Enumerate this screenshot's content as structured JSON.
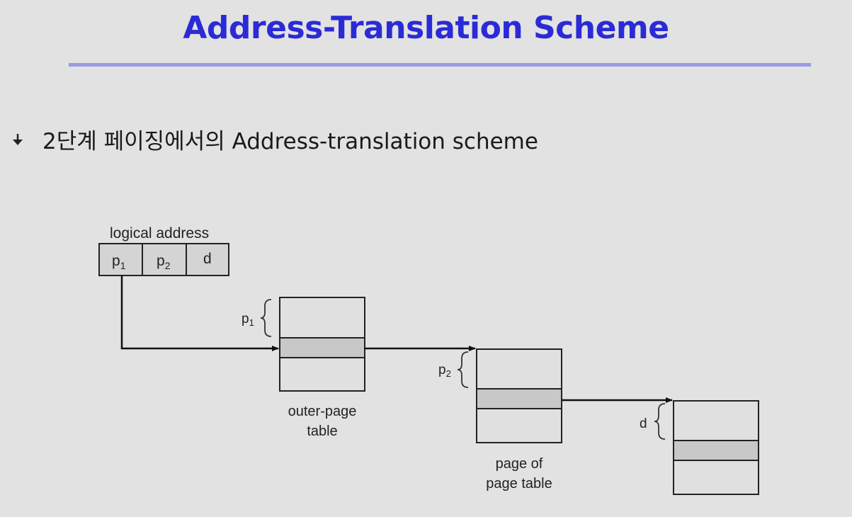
{
  "title": "Address-Translation Scheme",
  "bullet": {
    "icon": "arrow-bullet-icon",
    "text": "2단계 페이징에서의 Address-translation scheme"
  },
  "diagram": {
    "logical_address_label": "logical address",
    "fields": [
      {
        "base": "p",
        "sub": "1"
      },
      {
        "base": "p",
        "sub": "2"
      },
      {
        "base": "d",
        "sub": ""
      }
    ],
    "brace_labels": [
      {
        "base": "p",
        "sub": "1"
      },
      {
        "base": "p",
        "sub": "2"
      },
      {
        "base": "d",
        "sub": ""
      }
    ],
    "tables": [
      {
        "line1": "outer-page",
        "line2": "table"
      },
      {
        "line1": "page of",
        "line2": "page table"
      },
      {
        "line1": "",
        "line2": ""
      }
    ]
  },
  "colors": {
    "title": "#2b2bd6",
    "rule": "#9b9be2",
    "background": "#e2e2e2",
    "cell": "#d4d4d4",
    "highlight_row": "#c8c8c8"
  }
}
